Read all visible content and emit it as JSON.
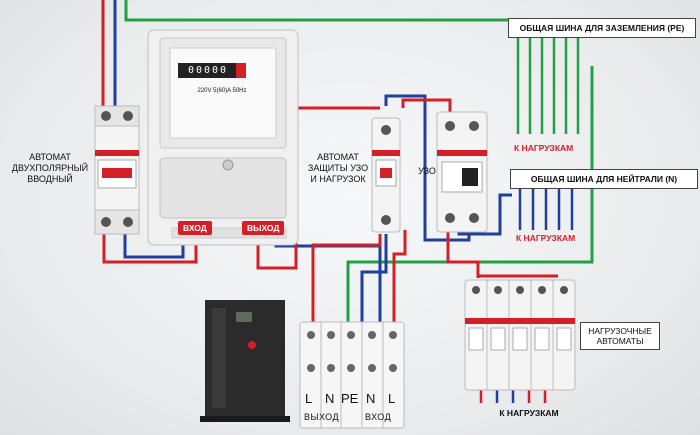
{
  "labels": {
    "main_breaker": "АВТОМАТ ДВУХПОЛЯРНЫЙ ВВОДНЫЙ",
    "rcd_breaker": "АВТОМАТ ЗАЩИТЫ УЗО И НАГРУЗОК",
    "rcd": "УЗО",
    "pe_bus": "ОБЩАЯ ШИНА ДЛЯ ЗАЗЕМЛЕНИЯ (PE)",
    "n_bus": "ОБЩАЯ ШИНА ДЛЯ НЕЙТРАЛИ (N)",
    "to_loads_pe": "К НАГРУЗКАМ",
    "to_loads_n": "К НАГРУЗКАМ",
    "to_loads_bottom": "К НАГРУЗКАМ",
    "load_breakers": "НАГРУЗОЧНЫЕ АВТОМАТЫ",
    "meter_in": "ВХОД",
    "meter_out": "ВЫХОД"
  },
  "terminal_block": {
    "letters": [
      "L",
      "N",
      "PE",
      "N",
      "L"
    ],
    "left_caption": "ВЫХОД",
    "right_caption": "ВХОД"
  },
  "meter": {
    "display": "00000",
    "rating": "220V 5(60)A 50Hz"
  },
  "colors": {
    "phase": "#d51f26",
    "neutral": "#1f3f9e",
    "earth": "#22a046",
    "accent": "#d51f26"
  }
}
